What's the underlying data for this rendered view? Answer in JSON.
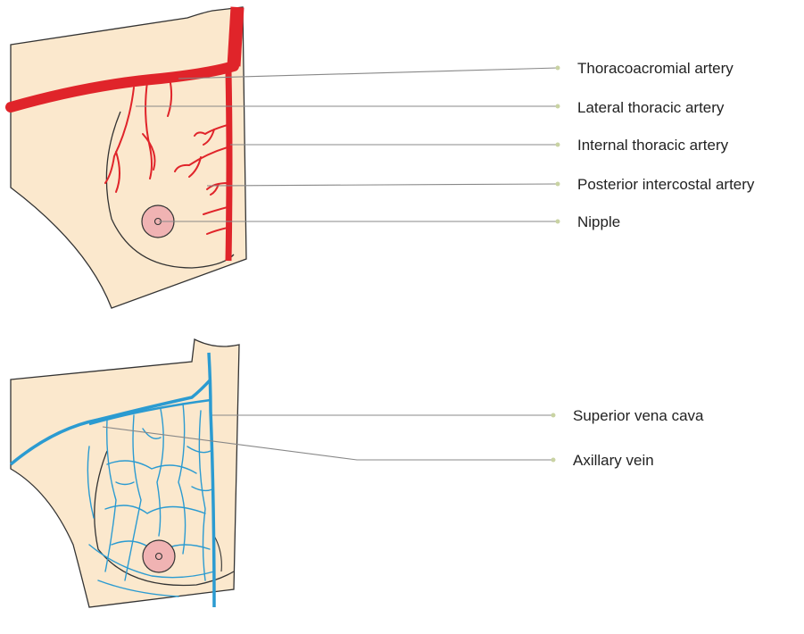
{
  "colors": {
    "skin": "#fbe8cd",
    "outline": "#333333",
    "artery": "#e0242a",
    "vein": "#2b9bd1",
    "areola": "#f0b3b3",
    "leader": "#888888",
    "leader_dot": "#c9d3a3"
  },
  "arterial_panel": {
    "labels": {
      "thoracoacromial": "Thoracoacromial artery",
      "lateral_thoracic": "Lateral thoracic artery",
      "internal_thoracic": "Internal thoracic artery",
      "posterior_intercostal": "Posterior intercostal artery",
      "nipple": "Nipple"
    }
  },
  "venous_panel": {
    "labels": {
      "superior_vena_cava": "Superior vena cava",
      "axillary_vein": "Axillary vein"
    }
  }
}
